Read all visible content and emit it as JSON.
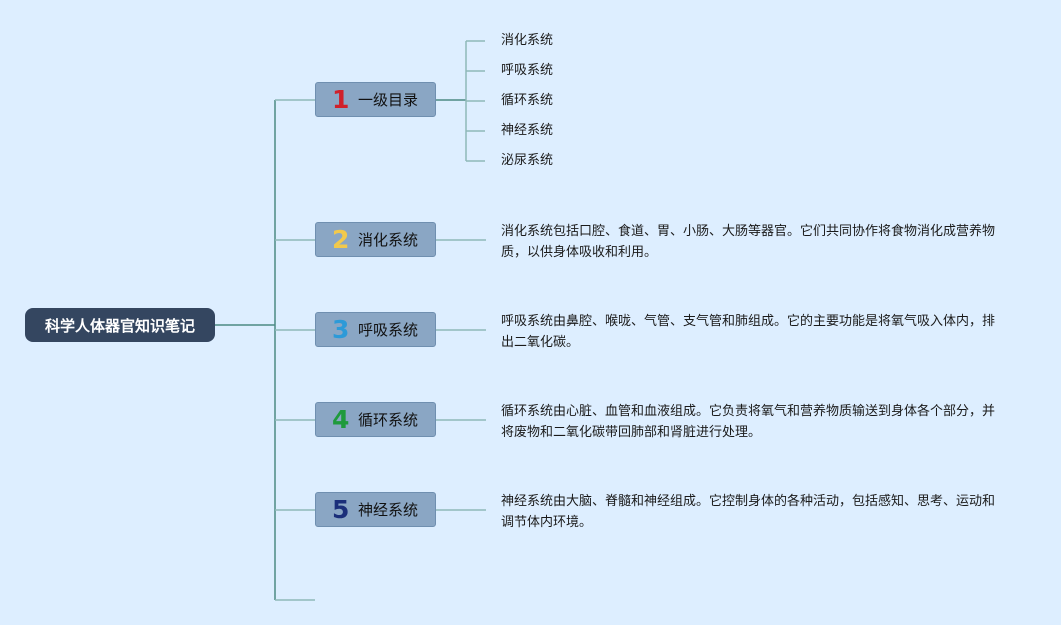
{
  "colors": {
    "background": "#ddeeff",
    "root_fill": "#344660",
    "branch_fill": "#8aa6c4",
    "connector": "#8fb8b8"
  },
  "root": {
    "label": "科学人体器官知识笔记"
  },
  "branches": [
    {
      "num": "1",
      "num_color": "#d0202a",
      "label": "一级目录",
      "children": [
        "消化系统",
        "呼吸系统",
        "循环系统",
        "神经系统",
        "泌尿系统"
      ]
    },
    {
      "num": "2",
      "num_color": "#f2c94c",
      "label": "消化系统",
      "desc": "消化系统包括口腔、食道、胃、小肠、大肠等器官。它们共同协作将食物消化成营养物质，以供身体吸收和利用。"
    },
    {
      "num": "3",
      "num_color": "#2d9ad8",
      "label": "呼吸系统",
      "desc": "呼吸系统由鼻腔、喉咙、气管、支气管和肺组成。它的主要功能是将氧气吸入体内，排出二氧化碳。"
    },
    {
      "num": "4",
      "num_color": "#1f9a3c",
      "label": "循环系统",
      "desc": "循环系统由心脏、血管和血液组成。它负责将氧气和营养物质输送到身体各个部分，并将废物和二氧化碳带回肺部和肾脏进行处理。"
    },
    {
      "num": "5",
      "num_color": "#1b2f7a",
      "label": "神经系统",
      "desc": "神经系统由大脑、脊髓和神经组成。它控制身体的各种活动，包括感知、思考、运动和调节体内环境。"
    }
  ]
}
